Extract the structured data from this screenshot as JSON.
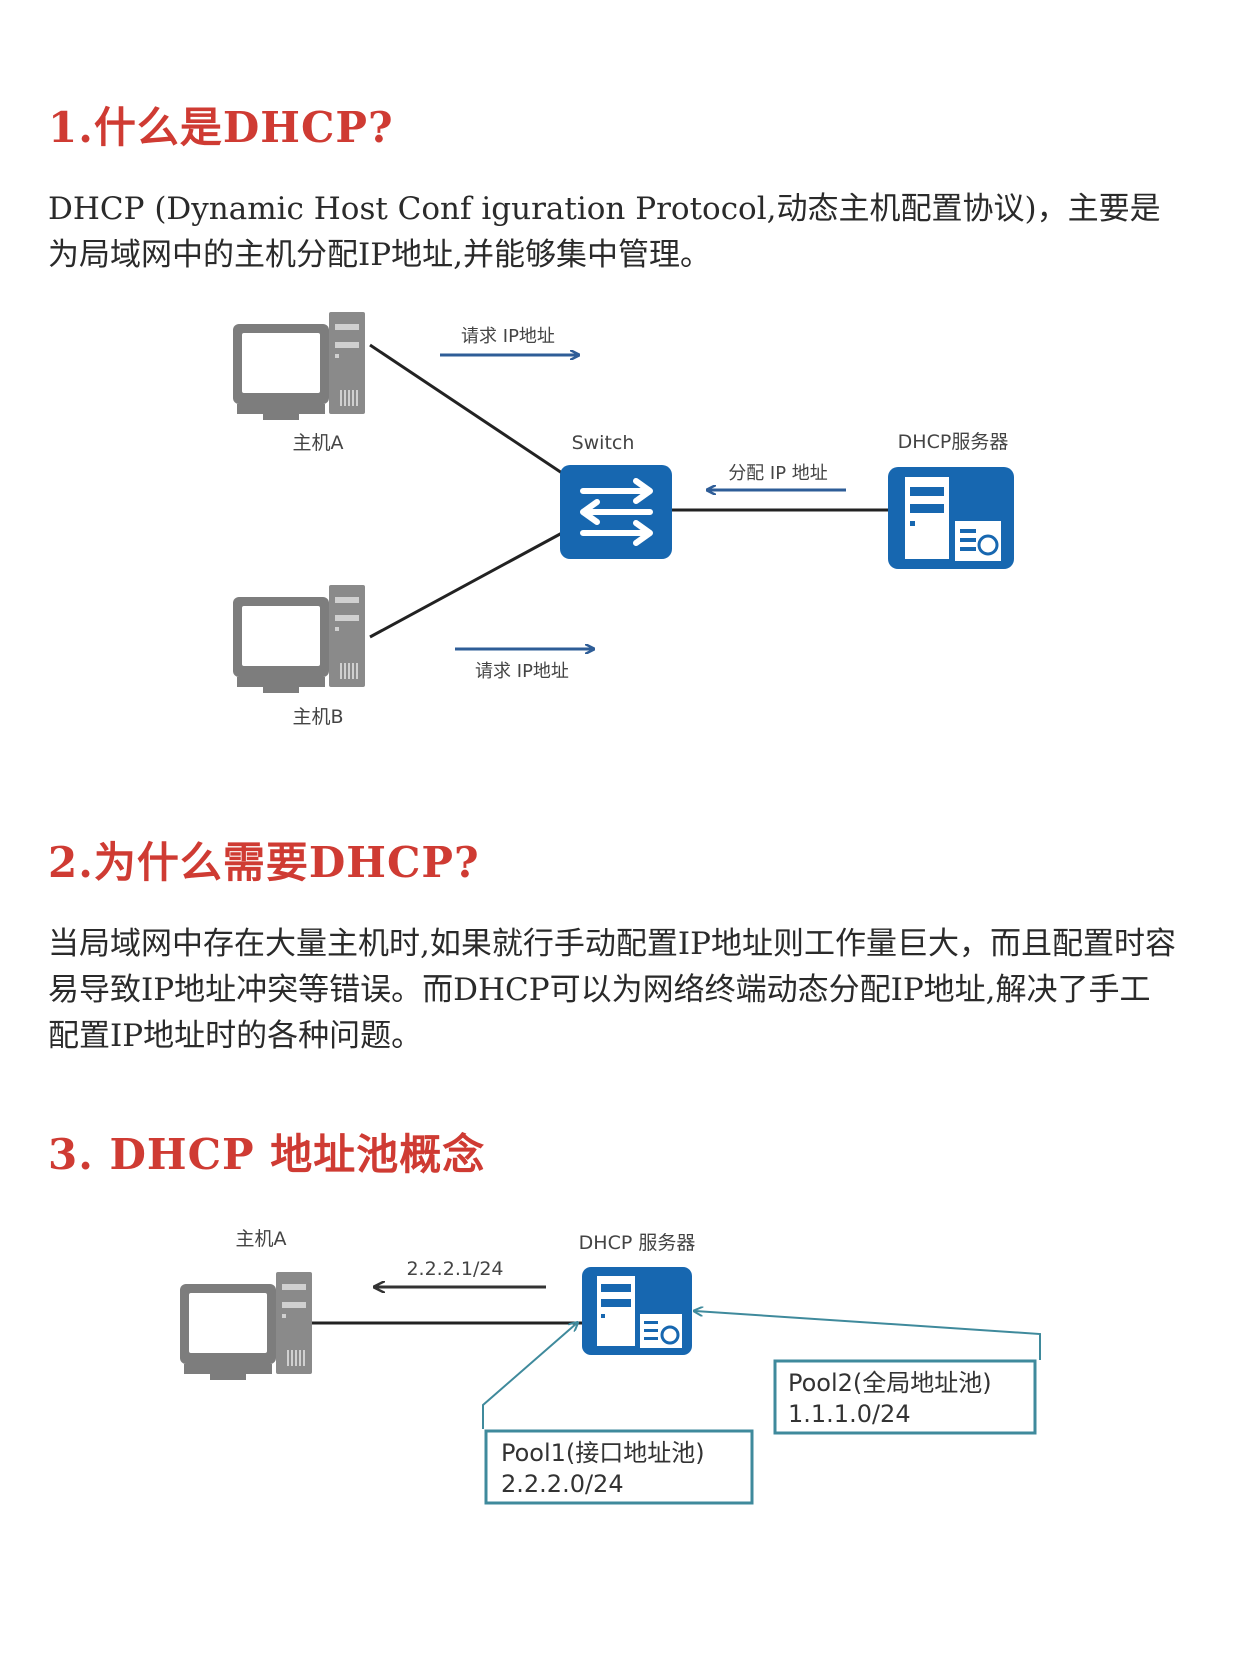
{
  "sections": [
    {
      "title": "1.什么是DHCP?",
      "body": "DHCP (Dynamic Host Conf iguration Protocol,动态主机配置协议)，主要是为局域网中的主机分配IP地址,并能够集中管理。"
    },
    {
      "title": "2.为什么需要DHCP?",
      "body": "当局域网中存在大量主机时,如果就行手动配置IP地址则工作量巨大，而且配置时容易导致IP地址冲突等错误。而DHCP可以为网络终端动态分配IP地址,解决了手工配置IP地址时的各种问题。"
    },
    {
      "title": "3. DHCP 地址池概念"
    }
  ],
  "diagram1": {
    "host_a": "主机A",
    "host_b": "主机B",
    "switch": "Switch",
    "server": "DHCP服务器",
    "request_a": "请求 IP地址",
    "request_b": "请求 IP地址",
    "assign": "分配 IP 地址"
  },
  "diagram2": {
    "host_a": "主机A",
    "server": "DHCP 服务器",
    "address": "2.2.2.1/24",
    "pool1_name": "Pool1(接口地址池)",
    "pool1_net": "2.2.2.0/24",
    "pool2_name": "Pool2(全局地址池)",
    "pool2_net": "1.1.1.0/24"
  },
  "colors": {
    "title": "#cf3b33",
    "device_blue": "#1767b0",
    "arrow_blue": "#2e5d97",
    "pool_border": "#3f8a9c",
    "computer_gray": "#7d7d7d"
  },
  "icons": [
    "computer-icon",
    "switch-icon",
    "server-icon"
  ]
}
